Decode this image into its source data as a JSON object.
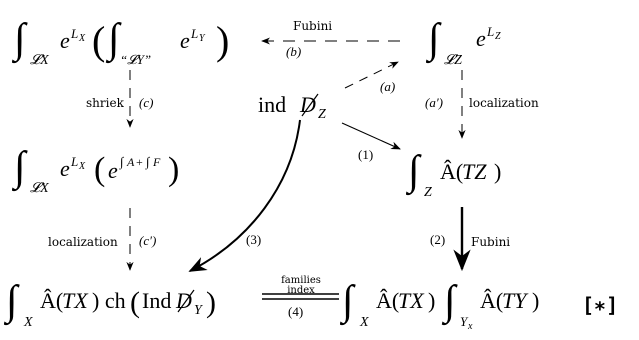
{
  "nodes": {
    "top_left": "∫𝓛X e^{L_X} ( ∫“𝓛Y” e^{L_Y} )",
    "top_right": "∫𝓛Z e^{L_Z}",
    "center": "ind D̸_Z",
    "mid_left": "∫𝓛X e^{L_X} ( e^{∫A+∫F} )",
    "mid_right": "∫_Z Â(TZ)",
    "bottom_left": "∫_X Â(TX) ch (Ind D̸_Y)",
    "bottom_right": "∫_X Â(TX) ∫_{Y_x} Â(TY)"
  },
  "labels": {
    "fubini_top": "Fubini",
    "b": "(b)",
    "a": "(a)",
    "shriek": "shriek",
    "c": "(c)",
    "a_prime": "(a′)",
    "localization_right": "localization",
    "one": "(1)",
    "localization_left": "localization",
    "c_prime": "(c′)",
    "three": "(3)",
    "two": "(2)",
    "fubini_right": "Fubini",
    "families": "families",
    "index": "index",
    "four": "(4)",
    "star": "[∗]"
  }
}
